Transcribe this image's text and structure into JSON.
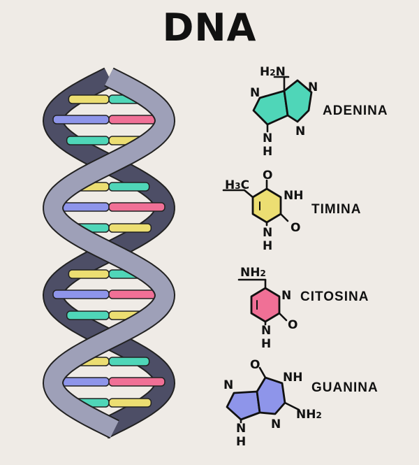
{
  "title": "DNA",
  "colors": {
    "background": "#efebe6",
    "strand_front": "#9ea0b8",
    "strand_back": "#4d4e66",
    "adenine": "#4fd6b8",
    "thymine": "#ecde72",
    "cytosine": "#f07096",
    "guanine": "#8e95ea"
  },
  "bases": [
    {
      "name": "ADENINA",
      "color": "#4fd6b8",
      "atoms": {
        "nh2_top": "H",
        "nh2_top_sub": "2",
        "nh2_top_n": "N",
        "n1": "N",
        "n2": "N",
        "n3": "N",
        "nh_n": "N",
        "nh_h": "H"
      }
    },
    {
      "name": "TIMINA",
      "color": "#ecde72",
      "atoms": {
        "o_top": "O",
        "ch3": "H",
        "ch3_sub": "3",
        "ch3_c": "C",
        "nh": "NH",
        "nh_n": "N",
        "nh_h": "H",
        "o_right": "O"
      }
    },
    {
      "name": "CITOSINA",
      "color": "#f07096",
      "atoms": {
        "nh2_n": "NH",
        "nh2_sub": "2",
        "n_right": "N",
        "nh_n": "N",
        "nh_h": "H",
        "o_right": "O"
      }
    },
    {
      "name": "GUANINA",
      "color": "#8e95ea",
      "atoms": {
        "o_top": "O",
        "nh": "NH",
        "n_left": "N",
        "n_bottom": "N",
        "nh2": "NH",
        "nh2_sub": "2",
        "nh_n": "N",
        "nh_h": "H"
      }
    }
  ]
}
